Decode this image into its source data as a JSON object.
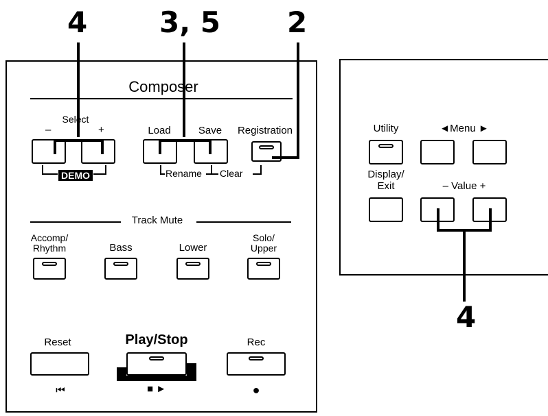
{
  "callouts": {
    "select": "4",
    "load_save": "3, 5",
    "registration": "2",
    "value": "4"
  },
  "composer": {
    "title": "Composer",
    "select_label": "Select",
    "select_minus": "–",
    "select_plus": "+",
    "demo": "DEMO",
    "load": "Load",
    "save": "Save",
    "registration": "Registration",
    "rename": "Rename",
    "clear": "Clear",
    "track_mute": "Track Mute",
    "accomp_rhythm": "Accomp/ Rhythm",
    "bass": "Bass",
    "lower": "Lower",
    "solo_upper": "Solo/ Upper",
    "reset": "Reset",
    "play_stop": "Play/Stop",
    "rec": "Rec",
    "reset_symbol": "⏮",
    "play_stop_symbol": "■ ►",
    "rec_symbol": "●"
  },
  "right_panel": {
    "utility": "Utility",
    "menu": "◄Menu ►",
    "display_exit": "Display/ Exit",
    "value": "– Value +"
  }
}
